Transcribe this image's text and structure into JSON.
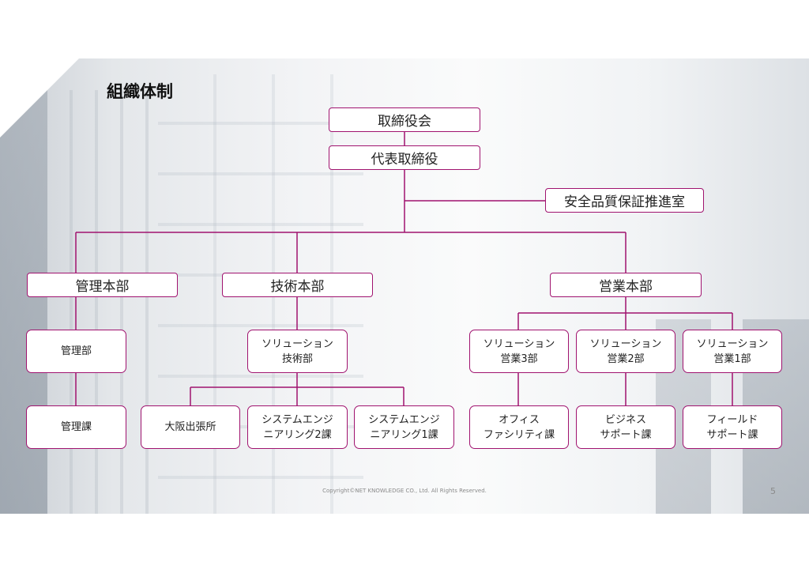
{
  "slide": {
    "title": "組織体制",
    "footer": "Copyright©NET KNOWLEDGE CO., Ltd. All Rights Reserved.",
    "page_number": "5"
  },
  "org": {
    "board": "取締役会",
    "ceo": "代表取締役",
    "qa_office": "安全品質保証推進室",
    "admin_hq": "管理本部",
    "tech_hq": "技術本部",
    "sales_hq": "営業本部",
    "admin_dept": "管理部",
    "admin_section": "管理課",
    "solution_tech_dept": "ソリューション\n技術部",
    "osaka_office": "大阪出張所",
    "sys_eng_2": "システムエンジ\nニアリング2課",
    "sys_eng_1": "システムエンジ\nニアリング1課",
    "solution_sales_3": "ソリューション\n営業3部",
    "solution_sales_2": "ソリューション\n営業2部",
    "solution_sales_1": "ソリューション\n営業1部",
    "office_facility": "オフィス\nファシリティ課",
    "business_support": "ビジネス\nサポート課",
    "field_support": "フィールド\nサポート課"
  },
  "colors": {
    "accent": "#a0136f"
  }
}
